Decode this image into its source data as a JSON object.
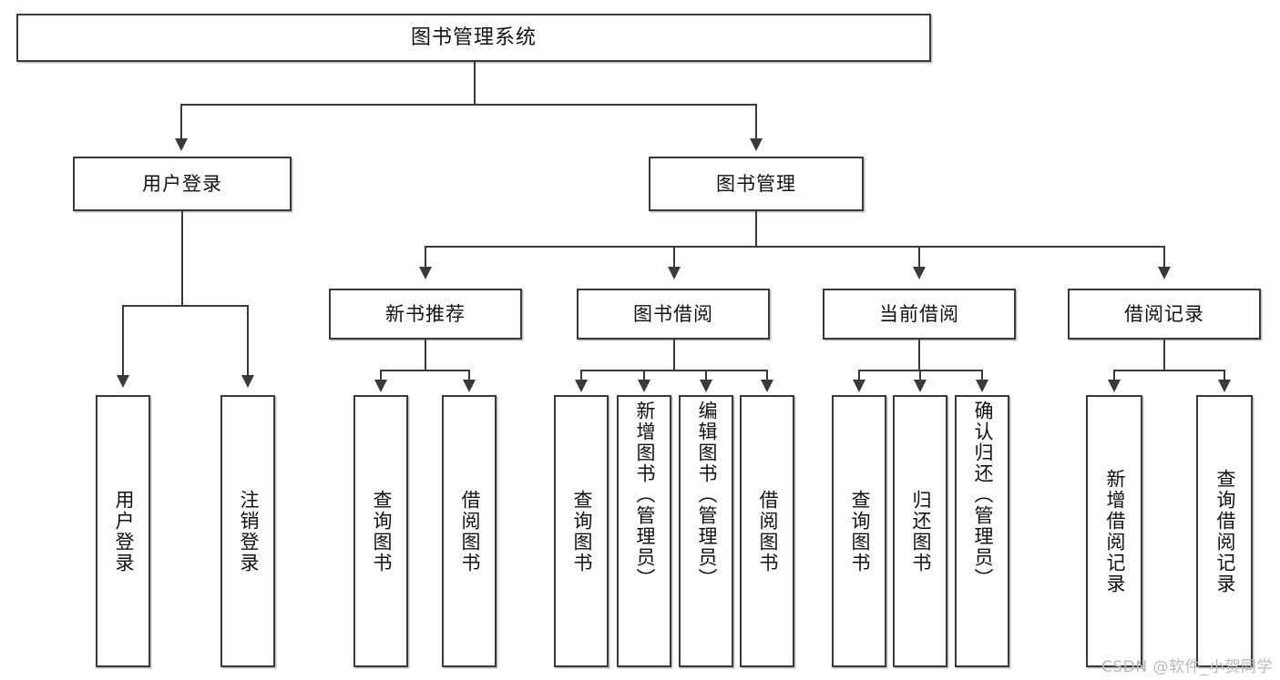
{
  "diagram": {
    "title": "图书管理系统",
    "type": "tree",
    "root": {
      "label": "图书管理系统"
    },
    "level2": [
      {
        "label": "用户登录"
      },
      {
        "label": "图书管理"
      }
    ],
    "level3": [
      {
        "label": "新书推荐"
      },
      {
        "label": "图书借阅"
      },
      {
        "label": "当前借阅"
      },
      {
        "label": "借阅记录"
      }
    ],
    "leaves": {
      "user_login": [
        {
          "label": "用户登录"
        },
        {
          "label": "注销登录"
        }
      ],
      "new_book": [
        {
          "label": "查询图书"
        },
        {
          "label": "借阅图书"
        }
      ],
      "borrow_book": [
        {
          "label": "查询图书"
        },
        {
          "label": "新增图书（管理员）"
        },
        {
          "label": "编辑图书（管理员）"
        },
        {
          "label": "借阅图书"
        }
      ],
      "current_borrow": [
        {
          "label": "查询图书"
        },
        {
          "label": "归还图书"
        },
        {
          "label": "确认归还（管理员）"
        }
      ],
      "borrow_record": [
        {
          "label": "新增借阅记录"
        },
        {
          "label": "查询借阅记录"
        }
      ]
    }
  },
  "watermark": {
    "text": "CSDN @软件_小贺同学"
  },
  "colors": {
    "background": "#ffffff",
    "box_fill": "#ffffff",
    "line": "#3a3a3a",
    "text": "#111111",
    "watermark": "#b9b9b9"
  }
}
